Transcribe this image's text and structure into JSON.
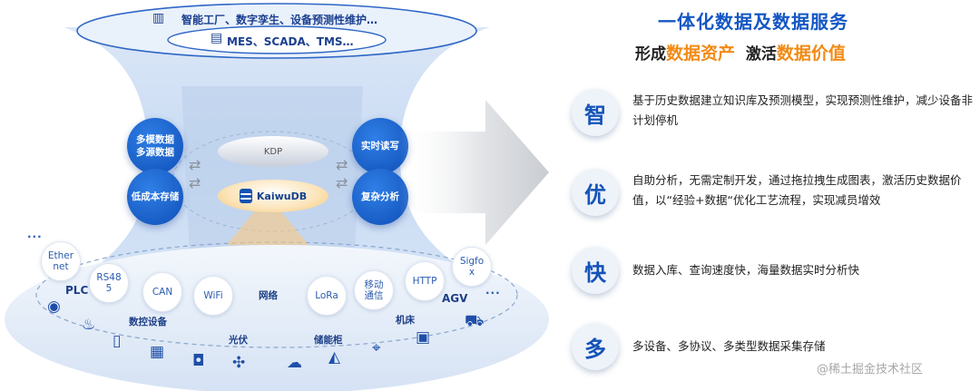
{
  "diagram": {
    "top_outer_label": "智能工厂、数字孪生、设备预测性维护…",
    "top_inner_label": "MES、SCADA、TMS…",
    "left_nodes": [
      "多模数据\n多源数据",
      "低成本存储"
    ],
    "right_nodes": [
      "实时读写",
      "复杂分析"
    ],
    "kdp_label": "KDP",
    "kaiwudb_label": "KaiwuDB",
    "protocols": {
      "ethernet": "Ether\nnet",
      "rs485": "RS48\n5",
      "can": "CAN",
      "wifi": "WiFi",
      "lora": "LoRa",
      "mobile": "移动\n通信",
      "http": "HTTP",
      "sigfox": "Sigfo\nx"
    },
    "plain_labels": {
      "network": "网络",
      "plc": "PLC",
      "agv": "AGV",
      "cnc": "数控设备",
      "solar": "光伏",
      "storage_cabinet": "储能柜",
      "machine_tool": "机床"
    },
    "ellipsis": "···",
    "icons": [
      "factory-icon",
      "document-icon",
      "sensor-icon",
      "thermometer-icon",
      "mobile-device-icon",
      "chip-icon",
      "camera-icon",
      "drone-icon",
      "weather-icon",
      "satellite-dish-icon",
      "map-pin-icon",
      "machine-icon",
      "agv-robot-icon",
      "exchange-arrows-icon"
    ]
  },
  "panel": {
    "title": "一体化数据及数据服务",
    "subtitle_prefix": "形成",
    "subtitle_hl1": "数据资产",
    "subtitle_mid": "激活",
    "subtitle_hl2": "数据价值",
    "features": [
      {
        "char": "智",
        "text": "基于历史数据建立知识库及预测模型，实现预测性维护，减少设备非计划停机"
      },
      {
        "char": "优",
        "text": "自助分析，无需定制开发，通过拖拉拽生成图表，激活历史数据价值，以“经验+数据“优化工艺流程，实现减员增效"
      },
      {
        "char": "快",
        "text": "数据入库、查询速度快，海量数据实时分析快"
      },
      {
        "char": "多",
        "text": "多设备、多协议、多类型数据采集存储"
      }
    ],
    "watermark": "@稀土掘金技术社区"
  },
  "colors": {
    "accent_blue": "#1457c4",
    "highlight_orange": "#f28a15"
  }
}
